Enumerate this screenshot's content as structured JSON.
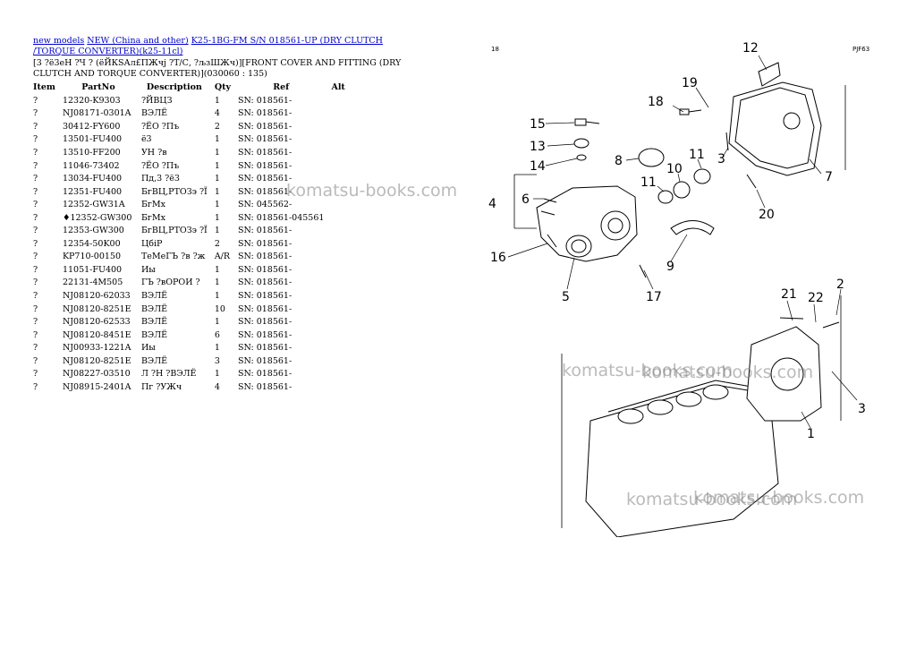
{
  "breadcrumb": {
    "link1": "new models",
    "link2": "NEW (China and other)",
    "link3": "K25-1BG-FM S/N 018561-UP (DRY CLUTCH /TORQUE CONVERTER)(k25-11cl)"
  },
  "subtitle": "[3 ?ё3еН ?Ч ? (ёЙКSАл£ПЖчј ?Т/С, ?љзШЖч)][FRONT COVER AND FITTING (DRY CLUTCH AND TORQUE CONVERTER)](030060 : 135)",
  "table": {
    "headers": [
      "Item",
      "PartNo",
      "Description",
      "Qty",
      "Ref",
      "Alt"
    ],
    "rows": [
      [
        "?",
        "12320-K9303",
        "?ЙВЦЗ",
        "1",
        "SN: 018561-",
        ""
      ],
      [
        "?",
        "NJ08171-0301A",
        "ВЭЛЁ",
        "4",
        "SN: 018561-",
        ""
      ],
      [
        "?",
        "30412-FY600",
        "?ЁО ?Пъ",
        "2",
        "SN: 018561-",
        ""
      ],
      [
        "?",
        "13501-FU400",
        "ё3",
        "1",
        "SN: 018561-",
        ""
      ],
      [
        "?",
        "13510-FF200",
        "УН ?в",
        "1",
        "SN: 018561-",
        ""
      ],
      [
        "?",
        "11046-73402",
        "?ЁО ?Пъ",
        "1",
        "SN: 018561-",
        ""
      ],
      [
        "?",
        "13034-FU400",
        "Пд,3 ?ё3",
        "1",
        "SN: 018561-",
        ""
      ],
      [
        "?",
        "12351-FU400",
        "БгВЦ,РТОЗэ ?Ї",
        "1",
        "SN: 018561-",
        ""
      ],
      [
        "?",
        "12352-GW31A",
        "БгМх",
        "1",
        "SN: 045562-",
        ""
      ],
      [
        "?",
        "♦12352-GW300",
        "БгМх",
        "1",
        "SN: 018561-045561",
        ""
      ],
      [
        "?",
        "12353-GW300",
        "БгВЦ,РТОЗэ ?Ї",
        "1",
        "SN: 018561-",
        ""
      ],
      [
        "?",
        "12354-50K00",
        "ЦбiР",
        "2",
        "SN: 018561-",
        ""
      ],
      [
        "?",
        "KP710-00150",
        "ТеМеГЪ ?в ?ж",
        "A/R",
        "SN: 018561-",
        ""
      ],
      [
        "?",
        "11051-FU400",
        "Иы",
        "1",
        "SN: 018561-",
        ""
      ],
      [
        "?",
        "22131-4M505",
        "ГЪ ?вОРОИ ?",
        "1",
        "SN: 018561-",
        ""
      ],
      [
        "?",
        "NJ08120-62033",
        "ВЭЛЁ",
        "1",
        "SN: 018561-",
        ""
      ],
      [
        "?",
        "NJ08120-8251E",
        "ВЭЛЁ",
        "10",
        "SN: 018561-",
        ""
      ],
      [
        "?",
        "NJ08120-62533",
        "ВЭЛЁ",
        "1",
        "SN: 018561-",
        ""
      ],
      [
        "?",
        "NJ08120-8451E",
        "ВЭЛЁ",
        "6",
        "SN: 018561-",
        ""
      ],
      [
        "?",
        "NJ00933-1221A",
        "Иы",
        "1",
        "SN: 018561-",
        ""
      ],
      [
        "?",
        "NJ08120-8251E",
        "ВЭЛЁ",
        "3",
        "SN: 018561-",
        ""
      ],
      [
        "?",
        "NJ08227-03510",
        "Л ?Н ?ВЭЛЁ",
        "1",
        "SN: 018561-",
        ""
      ],
      [
        "?",
        "NJ08915-2401A",
        "Пг ?УЖч",
        "4",
        "SN: 018561-",
        ""
      ]
    ]
  },
  "diagram": {
    "page_code": "18",
    "ref_code": "PJF63",
    "callouts": [
      "12",
      "19",
      "18",
      "15",
      "13",
      "14",
      "8",
      "11",
      "10",
      "11",
      "3",
      "7",
      "6",
      "4",
      "20",
      "16",
      "9",
      "5",
      "17",
      "21",
      "22",
      "2",
      "3",
      "1"
    ]
  },
  "watermarks": [
    "komatsu-books.com",
    "komatsu-books.com",
    "komatsu-books.com",
    "komatsu-books.com",
    "komatsu-books.com"
  ]
}
